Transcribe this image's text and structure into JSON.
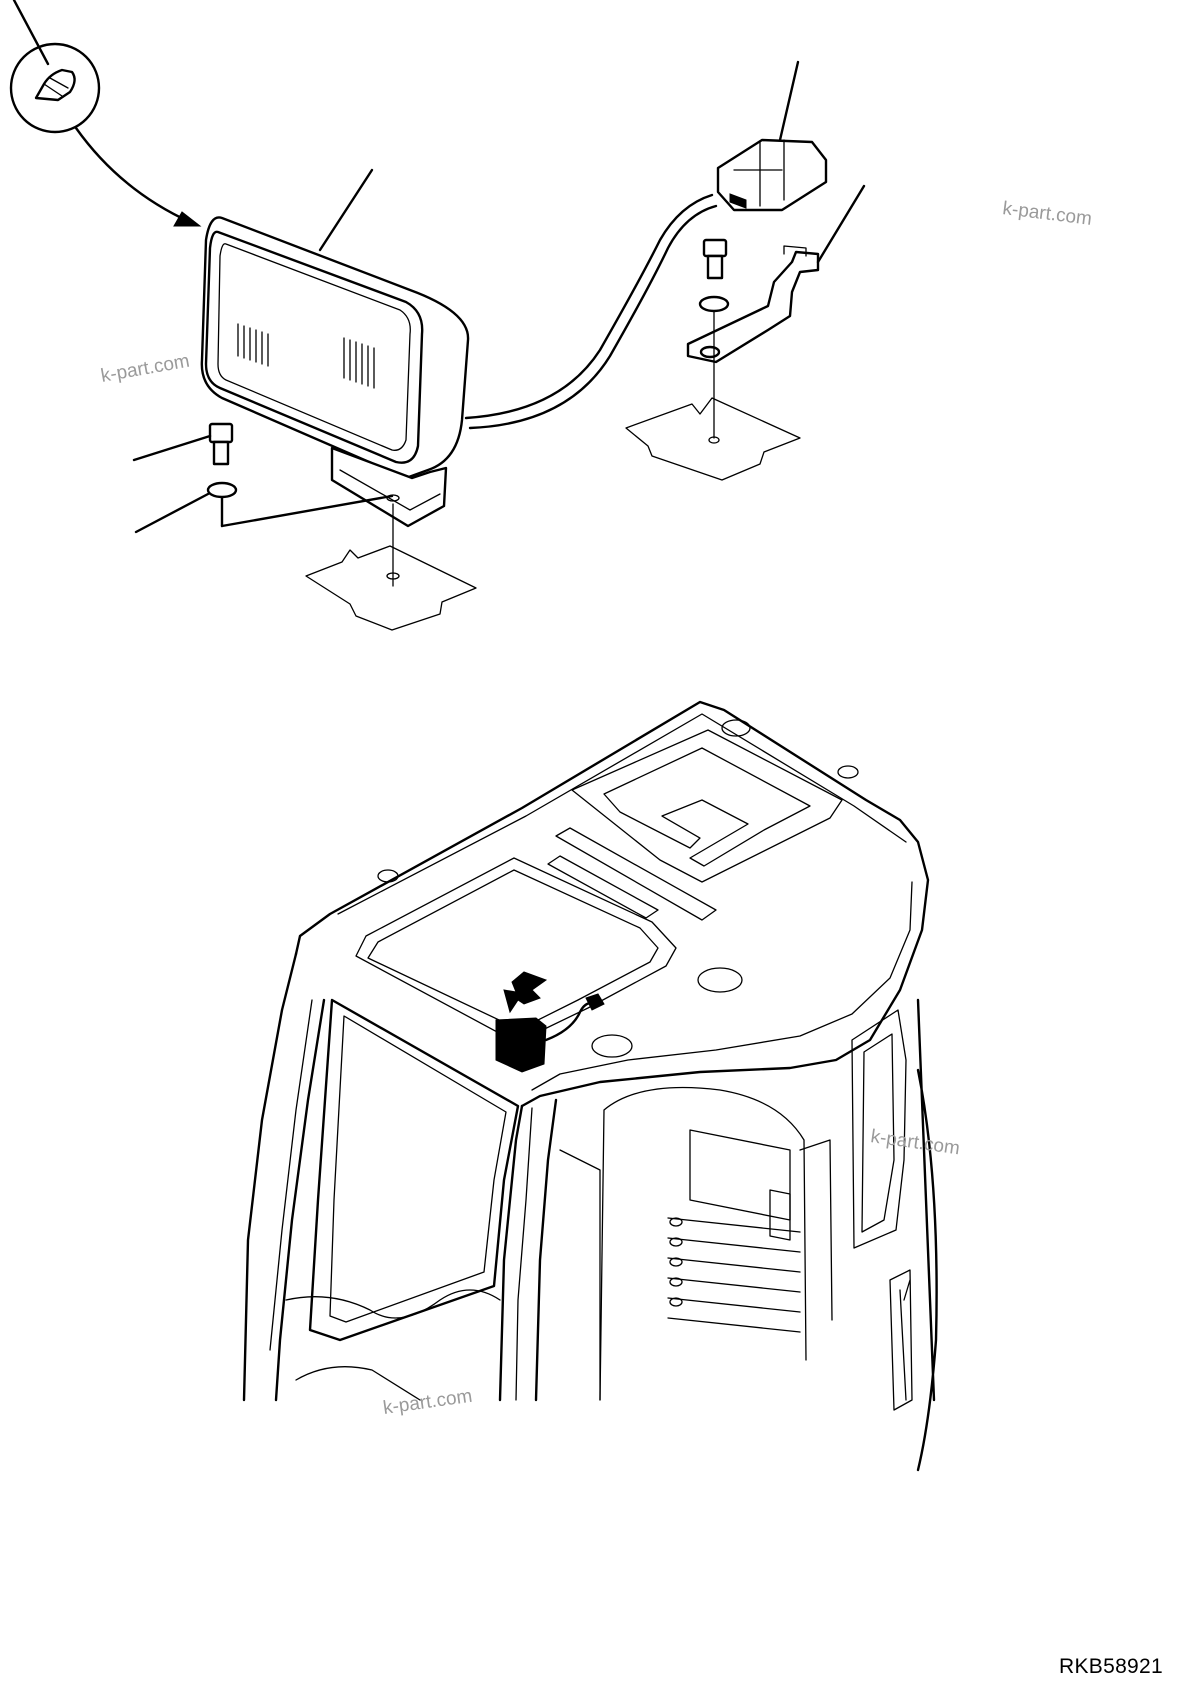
{
  "drawing": {
    "code": "RKB58921",
    "watermark_text": "k-part.com"
  },
  "callouts": [
    {
      "part": "bulb"
    },
    {
      "part": "work-lamp"
    },
    {
      "part": "connector"
    },
    {
      "part": "bracket"
    },
    {
      "part": "bolt"
    },
    {
      "part": "washer"
    }
  ],
  "icons": {
    "location_arrow": "down-left-arrow-icon",
    "bulb": "bulb-icon"
  },
  "colors": {
    "line": "#000000",
    "background": "#ffffff",
    "watermark": "#9a9a9a"
  }
}
